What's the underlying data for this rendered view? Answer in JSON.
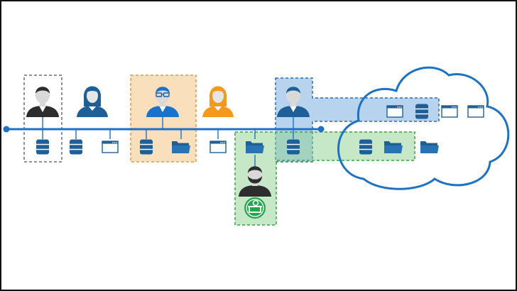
{
  "colors": {
    "frame": "#111111",
    "timeline": "#1d72c4",
    "cloud_stroke": "#1d72c4",
    "icon_blue": "#1f5f97",
    "user_dark": "#2d2d2d",
    "user_blue": "#1a73c9",
    "user_orange": "#f39a1e",
    "group_gray": "#6e6e6e",
    "group_orange": "#f6c991",
    "group_blue": "#6fa8dc",
    "group_green": "#8fd18f",
    "support_badge": "#20a84a"
  },
  "groups": [
    {
      "id": "admin-group",
      "color": "gray"
    },
    {
      "id": "developer-group",
      "color": "orange"
    },
    {
      "id": "cloud-user-group",
      "color": "blue"
    },
    {
      "id": "support-group",
      "color": "green"
    }
  ],
  "users": [
    {
      "id": "admin-user",
      "icon": "user-male-icon",
      "color": "dark"
    },
    {
      "id": "user-female-1",
      "icon": "user-female-icon",
      "color": "dark-blue"
    },
    {
      "id": "developer-user",
      "icon": "user-glasses-icon",
      "color": "blue"
    },
    {
      "id": "user-female-2",
      "icon": "user-female-icon",
      "color": "orange"
    },
    {
      "id": "cloud-user",
      "icon": "user-male-icon",
      "color": "blue"
    },
    {
      "id": "support-user",
      "icon": "user-bearded-icon",
      "color": "dark",
      "badge": "support-desk-icon"
    }
  ],
  "resources": [
    "database-icon",
    "database-icon",
    "window-icon",
    "database-icon",
    "folder-icon",
    "window-icon",
    "folder-icon",
    "database-icon",
    "window-icon",
    "database-icon",
    "window-icon",
    "window-icon",
    "database-icon",
    "folder-icon",
    "folder-icon"
  ],
  "cloud": {
    "icon": "cloud-outline-icon"
  }
}
